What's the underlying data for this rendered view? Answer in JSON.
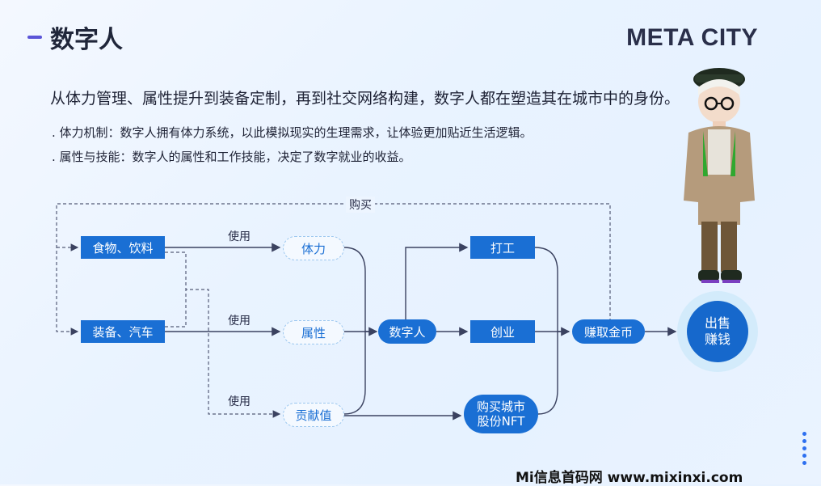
{
  "header": {
    "title": "数字人",
    "brand": "META CITY"
  },
  "intro": "从体力管理、属性提升到装备定制，再到社交网络构建，数字人都在塑造其在城市中的身份。",
  "bullets": [
    ". 体力机制：数字人拥有体力系统，以此模拟现实的生理需求，让体验更加贴近生活逻辑。",
    ". 属性与技能：数字人的属性和工作技能，决定了数字就业的收益。"
  ],
  "diagram": {
    "buy_label": "购买",
    "use_label": "使用",
    "inputs": [
      "食物、饮料",
      "装备、汽车"
    ],
    "stats": [
      "体力",
      "属性",
      "贡献值"
    ],
    "center": "数字人",
    "actions": [
      "打工",
      "创业"
    ],
    "nft": [
      "购买城市",
      "股份NFT"
    ],
    "earn": "赚取金币",
    "sell": [
      "出售",
      "赚钱"
    ]
  },
  "footer": "Mi信息首码网 www.mixinxi.com",
  "colors": {
    "primary": "#1a6fd4",
    "accent": "#5b55d8"
  }
}
